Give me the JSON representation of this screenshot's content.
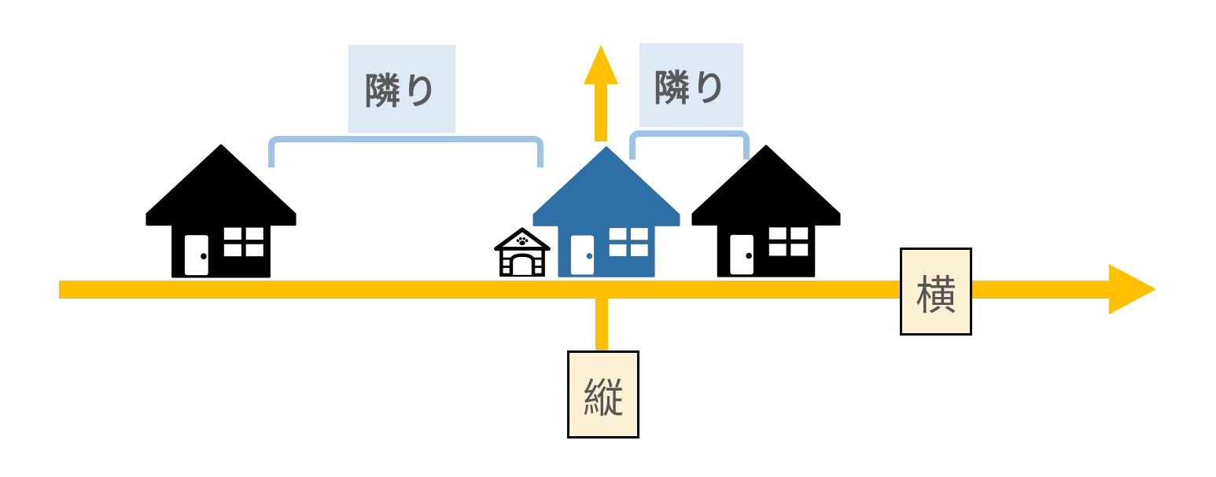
{
  "labels": {
    "neighbor_left": "隣り",
    "neighbor_right": "隣り",
    "horizontal": "横",
    "vertical": "縦"
  },
  "icons": {
    "left_house": "black-house-icon",
    "center_house": "blue-house-icon",
    "right_house": "black-house-icon",
    "dog_house": "dog-house-with-paw-icon",
    "up_arrow": "up-arrow-icon",
    "right_arrow": "right-arrow-icon",
    "bracket_left": "square-bracket-icon",
    "bracket_right": "square-bracket-icon"
  },
  "colors": {
    "arrow_yellow": "#FFC000",
    "bracket_blue": "#9DC3E6",
    "neighbor_label_bg": "#DEE9F5",
    "axis_label_bg": "#FCF1D4",
    "axis_label_border": "#000000",
    "label_text_gray": "#595959",
    "house_black": "#000000",
    "house_blue": "#2E6FA6"
  }
}
